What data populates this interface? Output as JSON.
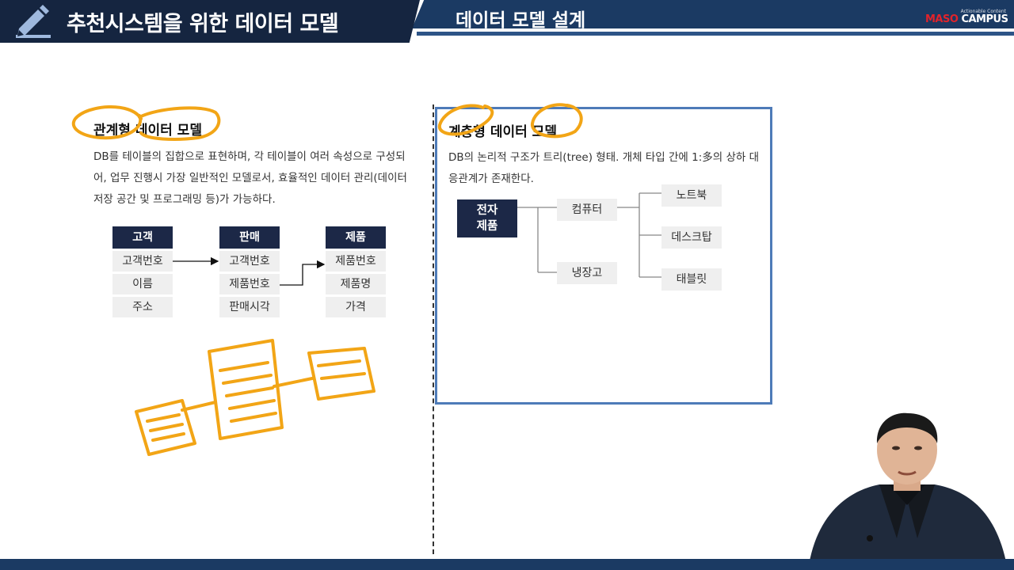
{
  "header": {
    "main_title": "추천시스템을 위한 데이터 모델",
    "section_title": "데이터 모델 설계",
    "brand_tagline": "Actionable Content",
    "brand_part1": "MASO",
    "brand_part2": "CAMPUS"
  },
  "relational": {
    "title": "관계형 데이터 모델",
    "description": "DB를 테이블의 집합으로 표현하며, 각 테이블이 여러 속성으로 구성되어, 업무 진행시 가장 일반적인 모델로서, 효율적인 데이터 관리(데이터 저장 공간 및 프로그래밍 등)가 가능하다.",
    "tables": [
      {
        "name": "고객",
        "fields": [
          "고객번호",
          "이름",
          "주소"
        ]
      },
      {
        "name": "판매",
        "fields": [
          "고객번호",
          "제품번호",
          "판매시각"
        ]
      },
      {
        "name": "제품",
        "fields": [
          "제품번호",
          "제품명",
          "가격"
        ]
      }
    ]
  },
  "hierarchical": {
    "title": "계층형 데이터 모델",
    "description": "DB의 논리적 구조가 트리(tree) 형태. 개체 타입 간에 1:多의 상하 대응관계가 존재한다.",
    "root": "전자\n제품",
    "level1": [
      "컴퓨터",
      "냉장고"
    ],
    "level2": [
      "노트북",
      "데스크탑",
      "태블릿"
    ]
  },
  "colors": {
    "header_dark": "#152540",
    "header_blue": "#1b3a63",
    "table_header": "#1c2847",
    "annotation": "#f2a516",
    "frame": "#4e7bb8"
  }
}
